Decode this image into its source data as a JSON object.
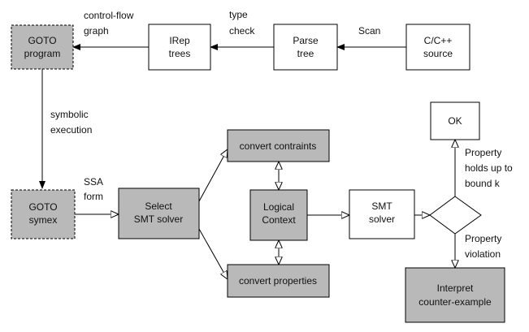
{
  "nodes": {
    "c_source": {
      "lines": [
        "C/C++",
        "source"
      ]
    },
    "parse_tree": {
      "lines": [
        "Parse",
        "tree"
      ]
    },
    "irep_trees": {
      "lines": [
        "IRep",
        "trees"
      ]
    },
    "goto_program": {
      "lines": [
        "GOTO",
        "program"
      ]
    },
    "goto_symex": {
      "lines": [
        "GOTO",
        "symex"
      ]
    },
    "select_solver": {
      "lines": [
        "Select",
        "SMT solver"
      ]
    },
    "convert_constraints": {
      "lines": [
        "convert contraints"
      ]
    },
    "logical_context": {
      "lines": [
        "Logical",
        "Context"
      ]
    },
    "convert_properties": {
      "lines": [
        "convert properties"
      ]
    },
    "smt_solver": {
      "lines": [
        "SMT",
        "solver"
      ]
    },
    "ok": {
      "lines": [
        "OK"
      ]
    },
    "interpret": {
      "lines": [
        "Interpret",
        "counter-example"
      ]
    }
  },
  "edge_labels": {
    "scan": [
      "Scan"
    ],
    "type_check": [
      "type",
      "check"
    ],
    "control_flow": [
      "control-flow",
      "graph"
    ],
    "symbolic": [
      "symbolic",
      "execution"
    ],
    "ssa": [
      "SSA",
      "form"
    ],
    "holds": [
      "Property",
      "holds up to",
      "bound k"
    ],
    "violation": [
      "Property",
      "violation"
    ]
  },
  "colors": {
    "gray_fill": "#b9b9b9",
    "white_fill": "#ffffff",
    "stroke": "#000000"
  }
}
